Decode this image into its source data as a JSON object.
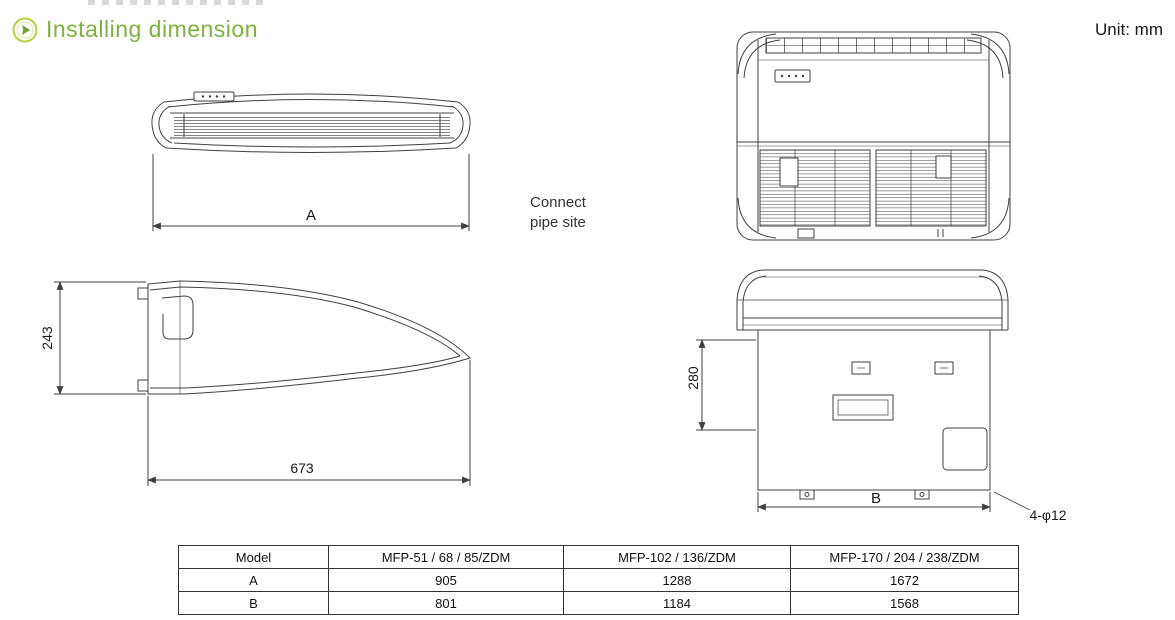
{
  "header": {
    "section_title": "Installing dimension",
    "unit_note": "Unit: mm"
  },
  "annotations": {
    "connect_pipe_line1": "Connect",
    "connect_pipe_line2": "pipe site",
    "front_width_label": "A",
    "side_height_label": "243",
    "side_depth_label": "673",
    "back_inner_height_label": "280",
    "back_width_label": "B",
    "mount_holes_label": "4-φ12"
  },
  "table": {
    "headers": [
      "Model",
      "MFP-51 / 68 / 85/ZDM",
      "MFP-102 / 136/ZDM",
      "MFP-170 / 204 / 238/ZDM"
    ],
    "rows": [
      {
        "label": "A",
        "values": [
          "905",
          "1288",
          "1672"
        ]
      },
      {
        "label": "B",
        "values": [
          "801",
          "1184",
          "1568"
        ]
      }
    ]
  }
}
